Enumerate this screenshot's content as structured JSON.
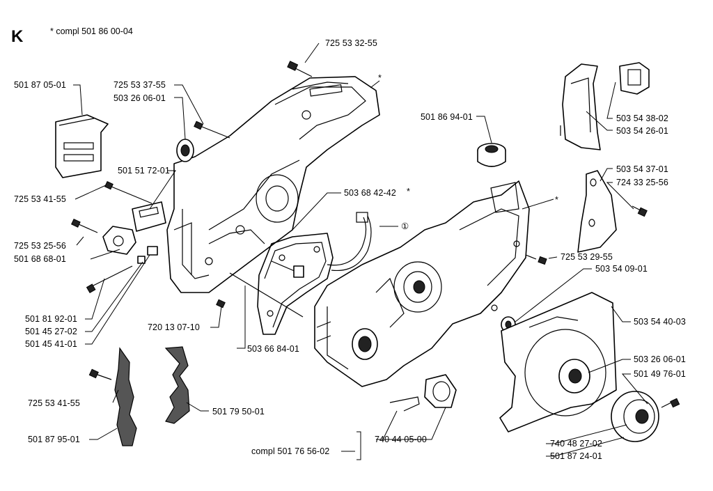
{
  "section_letter": "K",
  "note": "*  compl 501 86 00-04",
  "callout_circle": "①",
  "asterisk": "*",
  "labels": {
    "p7255332_55": "725 53 32-55",
    "p5018705_01": "501 87 05-01",
    "p7255337_55": "725 53 37-55",
    "p5032606_01a": "503 26 06-01",
    "p5015172_01": "501 51 72-01",
    "p7255341_55a": "725 53 41-55",
    "p7255325_56": "725 53 25-56",
    "p5016868_01": "501 68 68-01",
    "p5018192_01": "501 81 92-01",
    "p5014527_02": "501 45 27-02",
    "p5014541_01": "501 45 41-01",
    "p7201307_10": "720 13 07-10",
    "p5036684_01": "503 66 84-01",
    "p5036842_42": "503 68 42-42",
    "p5018694_01": "501 86 94-01",
    "p5035438_02": "503 54 38-02",
    "p5035426_01": "503 54 26-01",
    "p5035437_01": "503 54 37-01",
    "p7243325_56": "724 33 25-56",
    "p7255329_55": "725 53 29-55",
    "p5035409_01": "503 54 09-01",
    "p5035440_03": "503 54 40-03",
    "p5032606_01b": "503 26 06-01",
    "p5014976_01": "501 49 76-01",
    "p7255341_55b": "725 53 41-55",
    "p5017950_01": "501 79 50-01",
    "p5018795_01": "501 87 95-01",
    "p7404405_00": "740 44 05-00",
    "p5017656_02": "compl 501 76 56-02",
    "p7404827_02": "740 48 27-02",
    "p5018724_01": "501 87 24-01"
  }
}
